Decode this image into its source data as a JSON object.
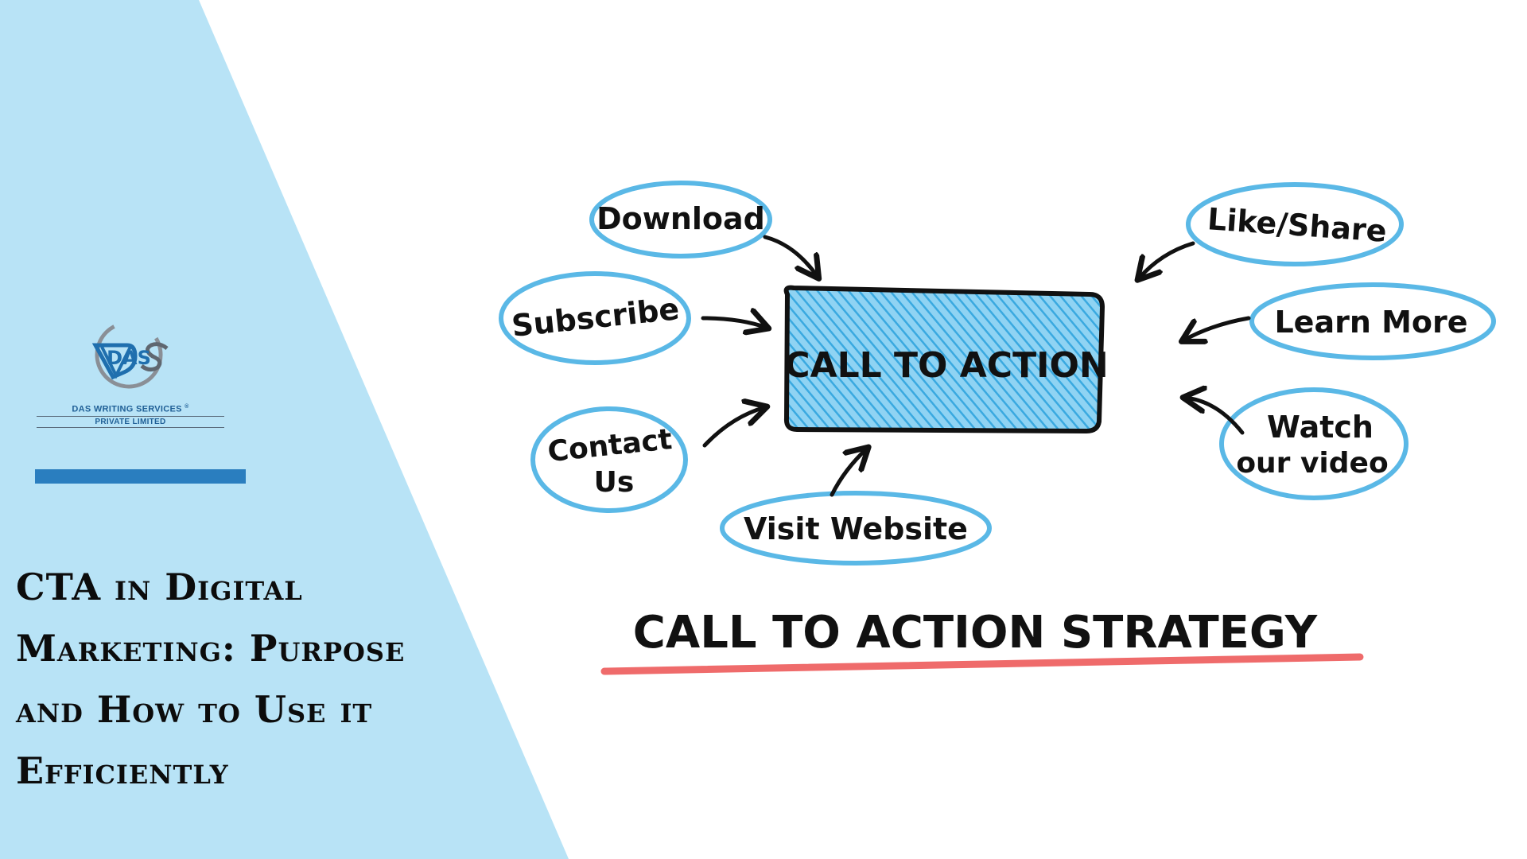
{
  "headline": {
    "line1": "CTA in Digital",
    "line2": "Marketing: Purpose",
    "line3": "and How to Use it",
    "line4": "Efficiently"
  },
  "logo": {
    "mark": "DAS",
    "company_line1": "DAS WRITING SERVICES",
    "registered": "®",
    "company_line2": "PRIVATE LIMITED"
  },
  "diagram": {
    "center": "CALL TO ACTION",
    "nodes": {
      "download": "Download",
      "subscribe": "Subscribe",
      "contact_line1": "Contact",
      "contact_line2": "Us",
      "visit": "Visit Website",
      "like_share": "Like/Share",
      "learn_more": "Learn More",
      "watch_line1": "Watch",
      "watch_line2": "our video"
    },
    "footer_title": "CALL TO ACTION  STRATEGY"
  },
  "colors": {
    "panel": "#b8e3f6",
    "bubble": "#5ab8e6",
    "box_fill": "#63c0ec",
    "underline": "#ef6b6b",
    "accent_bar": "#2a7ebf"
  }
}
